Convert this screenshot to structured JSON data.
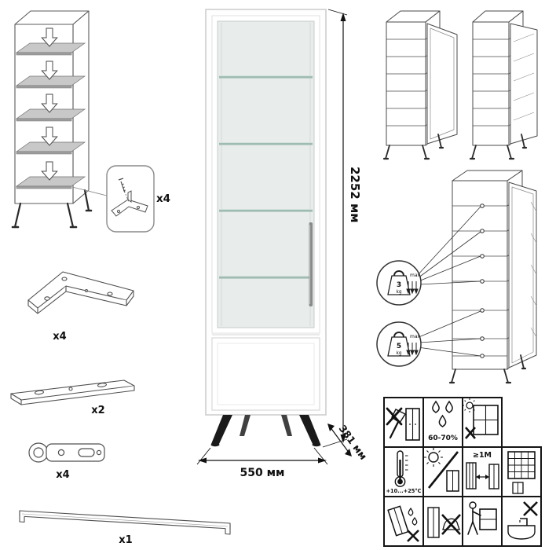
{
  "dimensions": {
    "height_label": "2252 мм",
    "width_label": "550 мм",
    "depth_label": "381 мм"
  },
  "parts": {
    "shelf_fastener_qty": "x4",
    "leg_bracket_qty": "x4",
    "rail_qty": "x2",
    "hinge_qty": "x4",
    "handle_qty": "x1"
  },
  "load_limits": {
    "glass_shelf": {
      "value": "3",
      "unit": "kg",
      "note": "max"
    },
    "lower_shelf": {
      "value": "5",
      "unit": "kg",
      "note": "max"
    }
  },
  "care": {
    "humidity_label": "60-70%",
    "temperature_label": "+10...+25°C",
    "distance_label": "≥1M"
  }
}
